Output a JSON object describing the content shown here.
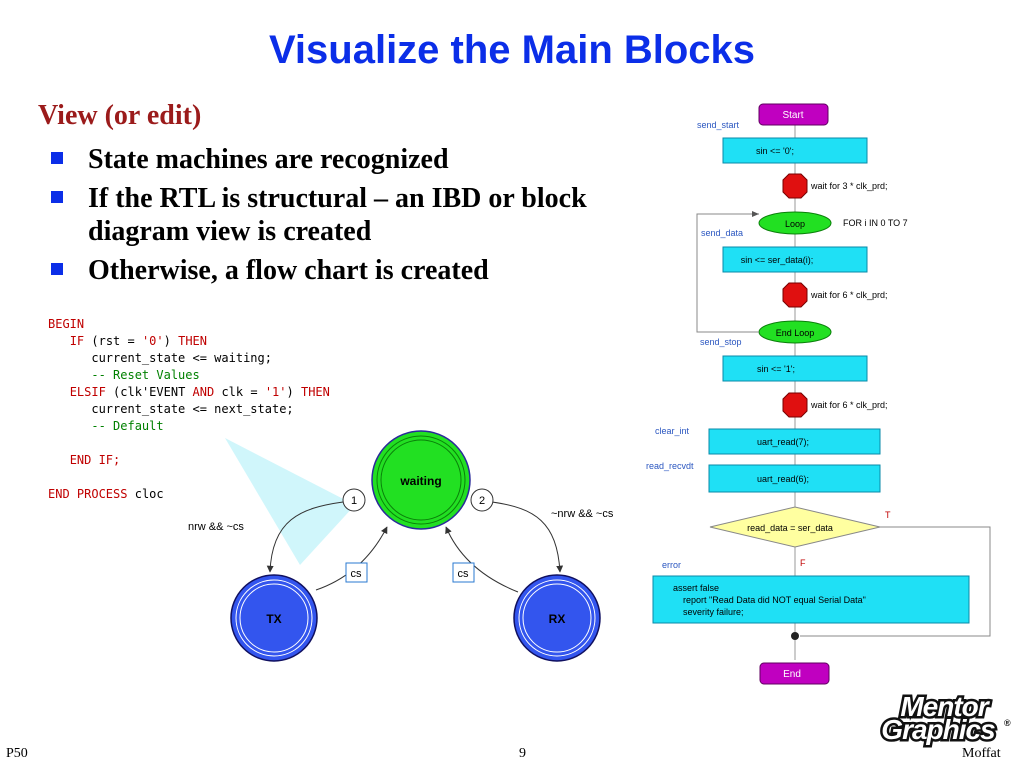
{
  "slide": {
    "title": "Visualize the Main Blocks",
    "subheading": "View (or edit)",
    "bullets": [
      "State machines are recognized",
      "If the RTL is structural – an IBD or block diagram view is created",
      "Otherwise, a flow chart is created"
    ],
    "footer_left": "P50",
    "page_number": "9",
    "footer_right": "Moffat"
  },
  "code": {
    "l1": "BEGIN",
    "l2_if": "IF",
    "l2_cond": "(rst = ",
    "l2_val": "'0'",
    "l2_close": ")",
    "l2_then": "THEN",
    "l3": "current_state <= waiting;",
    "l4": "-- Reset Values",
    "l5_elsif": "ELSIF",
    "l5_cond": "(clk'EVENT",
    "l5_and": "AND",
    "l5_clk": "clk =",
    "l5_val": "'1'",
    "l5_close": ")",
    "l5_then": "THEN",
    "l6": "current_state <= next_state;",
    "l7": "-- Default",
    "l8": "END IF;",
    "l9_kw": "END PROCESS",
    "l9_rest": "cloc"
  },
  "state_diagram": {
    "states": {
      "waiting": "waiting",
      "tx": "TX",
      "rx": "RX"
    },
    "transition_labels": {
      "t1": "1",
      "t2": "2"
    },
    "conditions": {
      "left": "nrw && ~cs",
      "right": "~nrw && ~cs",
      "cs_left": "cs",
      "cs_right": "cs"
    }
  },
  "flowchart": {
    "start": "Start",
    "end": "End",
    "labels": {
      "send_start": "send_start",
      "send_data": "send_data",
      "send_stop": "send_stop",
      "clear_int": "clear_int",
      "read_recvdt": "read_recvdt",
      "error": "error"
    },
    "actions": {
      "a1": "sin <= '0';",
      "a2": "sin <= ser_data(i);",
      "a3": "sin <= '1';",
      "a4": "uart_read(7);",
      "a5": "uart_read(6);"
    },
    "waits": {
      "w1": "wait for 3 * clk_prd;",
      "w2": "wait for 6 * clk_prd;",
      "w3": "wait for 6 * clk_prd;"
    },
    "loop": "Loop",
    "loop_cond": "FOR i IN 0 TO 7",
    "end_loop": "End Loop",
    "decision": "read_data = ser_data",
    "true_label": "T",
    "false_label": "F",
    "assert_lines": [
      "assert false",
      "report \"Read Data did NOT equal Serial Data\"",
      "severity failure;"
    ]
  },
  "logo": {
    "line1": "Mentor",
    "line2": "Graphics"
  },
  "colors": {
    "title_blue": "#0b2ee8",
    "subhead_red": "#9b1b1b",
    "state_green": "#22e022",
    "state_blue": "#3355ee",
    "flow_cyan": "#1fe0f5",
    "terminal_magenta": "#c000c0",
    "wait_red": "#e01010",
    "decision_yellow": "#ffffa0"
  }
}
